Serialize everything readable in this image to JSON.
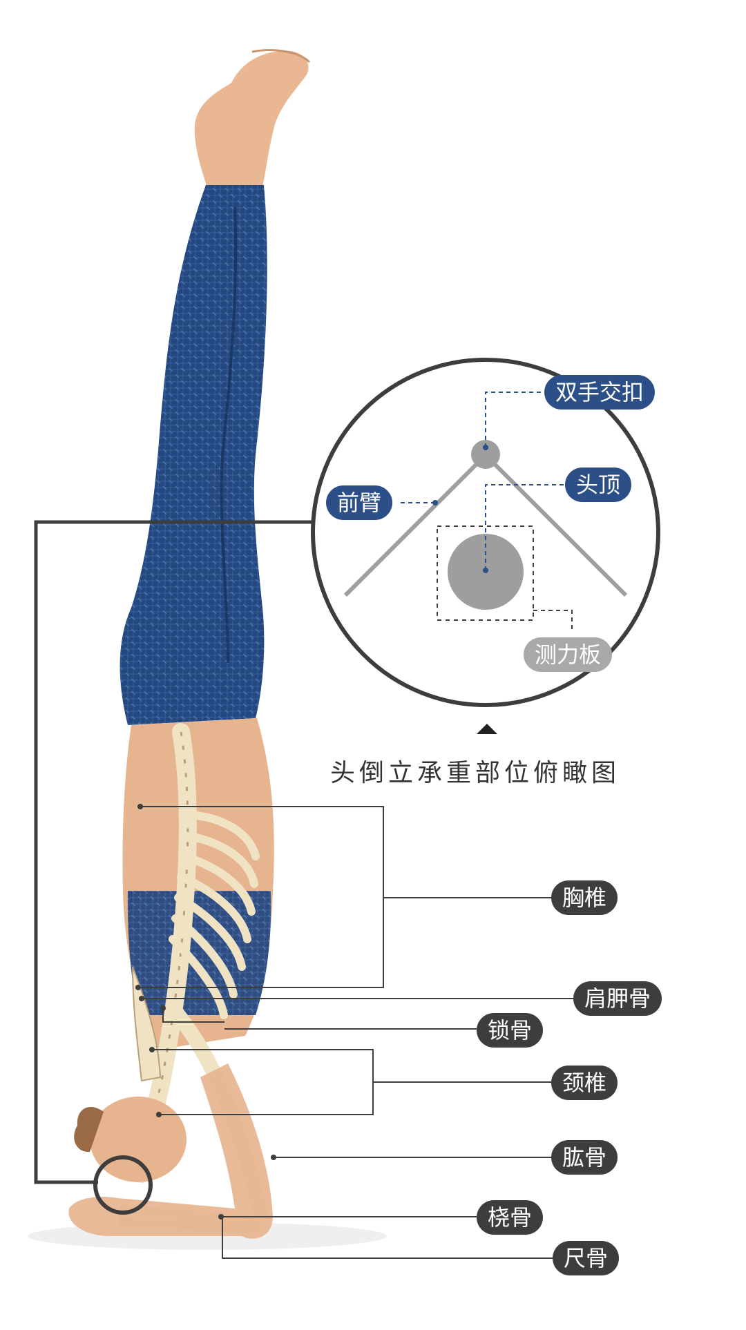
{
  "inset": {
    "caption": "头倒立承重部位俯瞰图",
    "labels": {
      "hands": "双手交扣",
      "forearm": "前臂",
      "crown": "头顶",
      "plate": "测力板"
    }
  },
  "anatomy_labels": {
    "thoracic": "胸椎",
    "scapula": "肩胛骨",
    "clavicle": "锁骨",
    "cervical": "颈椎",
    "humerus": "肱骨",
    "radius": "桡骨",
    "ulna": "尺骨"
  },
  "colors": {
    "legging": "#24477e",
    "skin": "#e6b48f",
    "bone": "#efe3c4",
    "tag_dark": "#3d3d3d",
    "tag_blue": "#2b4f86",
    "tag_gray": "#a9a9a9"
  }
}
